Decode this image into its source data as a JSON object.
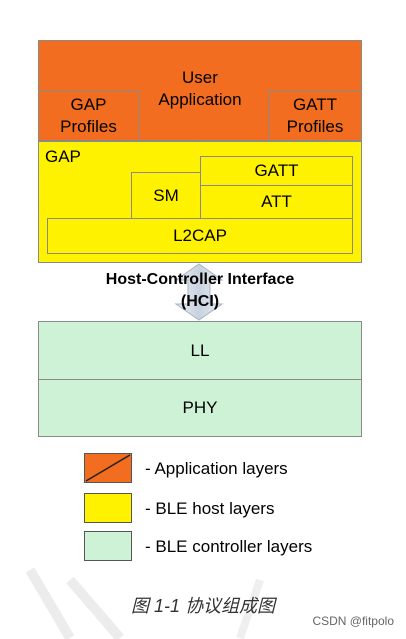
{
  "diagram": {
    "layers": {
      "user_application": "User\nApplication",
      "gap_profiles": "GAP\nProfiles",
      "gatt_profiles": "GATT\nProfiles",
      "gap": "GAP",
      "sm": "SM",
      "gatt": "GATT",
      "att": "ATT",
      "l2cap": "L2CAP",
      "hci": "Host-Controller Interface\n(HCI)",
      "ll": "LL",
      "phy": "PHY"
    },
    "legend": [
      {
        "label": "- Application layers",
        "color": "#f26d1f"
      },
      {
        "label": "- BLE host layers",
        "color": "#fff200"
      },
      {
        "label": "- BLE controller layers",
        "color": "#cdf2d6"
      }
    ],
    "caption": "图 1-1 协议组成图",
    "credit": "CSDN @fitpolo"
  },
  "colors": {
    "application": "#f26d1f",
    "host": "#fff200",
    "controller": "#cdf2d6",
    "border": "#8a8a8a"
  }
}
